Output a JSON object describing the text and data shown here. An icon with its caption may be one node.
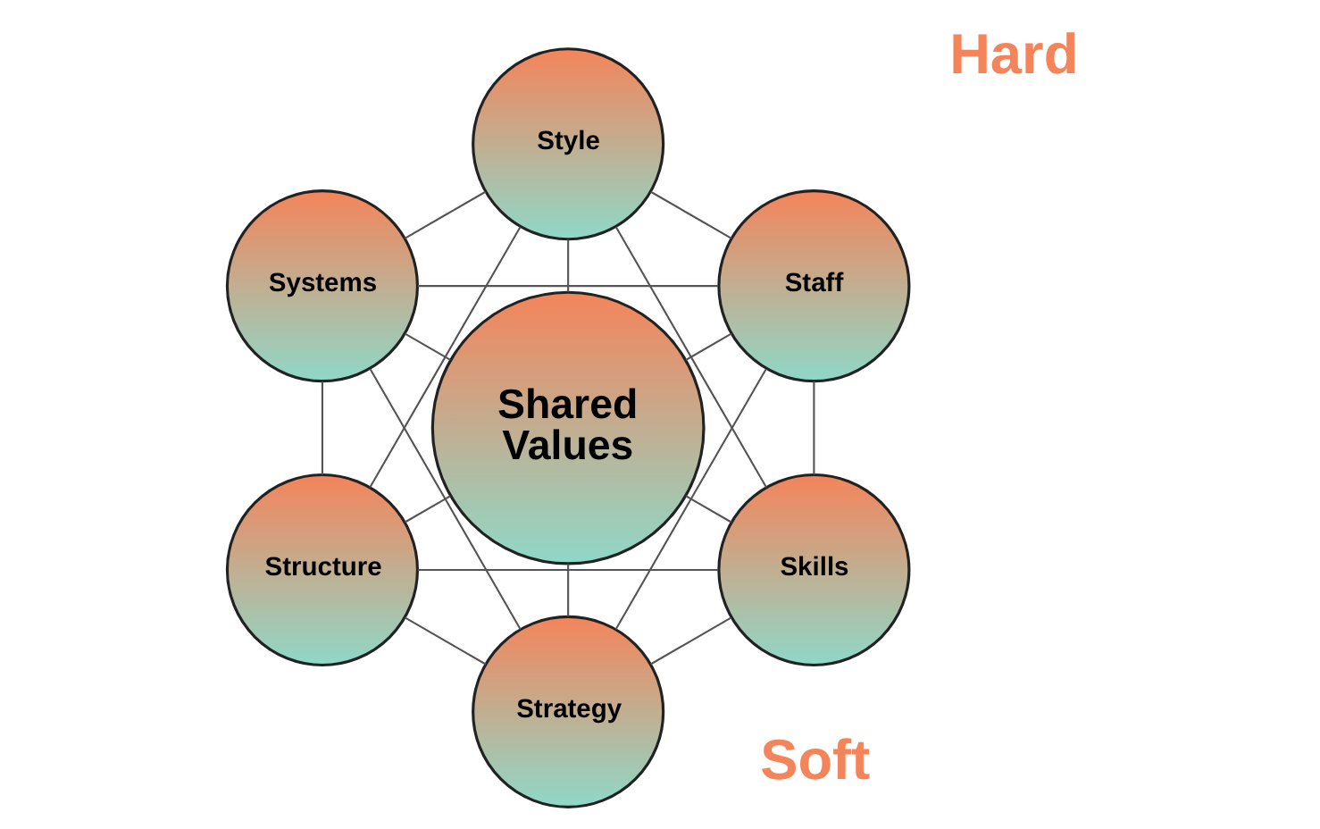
{
  "diagram": {
    "nodes": [
      {
        "text": [
          "Structure"
        ]
      },
      {
        "text": [
          "Strategy"
        ]
      },
      {
        "text": [
          "Systems"
        ]
      },
      {
        "text": [
          "Shared Values"
        ]
      },
      {
        "text": [
          "Skills"
        ]
      },
      {
        "text": [
          "Style"
        ]
      },
      {
        "text": [
          "Staff"
        ]
      }
    ],
    "edges": [
      {
        "from": 3,
        "to": 0,
        "arrow": "none"
      },
      {
        "from": 3,
        "to": 2,
        "arrow": "none"
      },
      {
        "from": 3,
        "to": 5,
        "arrow": "none"
      },
      {
        "from": 3,
        "to": 6,
        "arrow": "none"
      },
      {
        "from": 3,
        "to": 4,
        "arrow": "none"
      },
      {
        "from": 3,
        "to": 1,
        "arrow": "none"
      },
      {
        "from": 1,
        "to": 0,
        "arrow": "none"
      },
      {
        "from": 0,
        "to": 2,
        "arrow": "none"
      },
      {
        "from": 0,
        "to": 4,
        "arrow": "none"
      },
      {
        "from": 0,
        "to": 5,
        "arrow": "none"
      },
      {
        "from": 1,
        "to": 2,
        "arrow": "none"
      },
      {
        "from": 1,
        "to": 4,
        "arrow": "none"
      },
      {
        "from": 1,
        "to": 6,
        "arrow": "none"
      },
      {
        "from": 2,
        "to": 5,
        "arrow": "none"
      },
      {
        "from": 2,
        "to": 6,
        "arrow": "none"
      },
      {
        "from": 4,
        "to": 5,
        "arrow": "none"
      },
      {
        "from": 4,
        "to": 6,
        "arrow": "none"
      },
      {
        "from": 6,
        "to": 5,
        "arrow": "none"
      }
    ],
    "labels": [
      "Hard",
      "Soft"
    ]
  }
}
